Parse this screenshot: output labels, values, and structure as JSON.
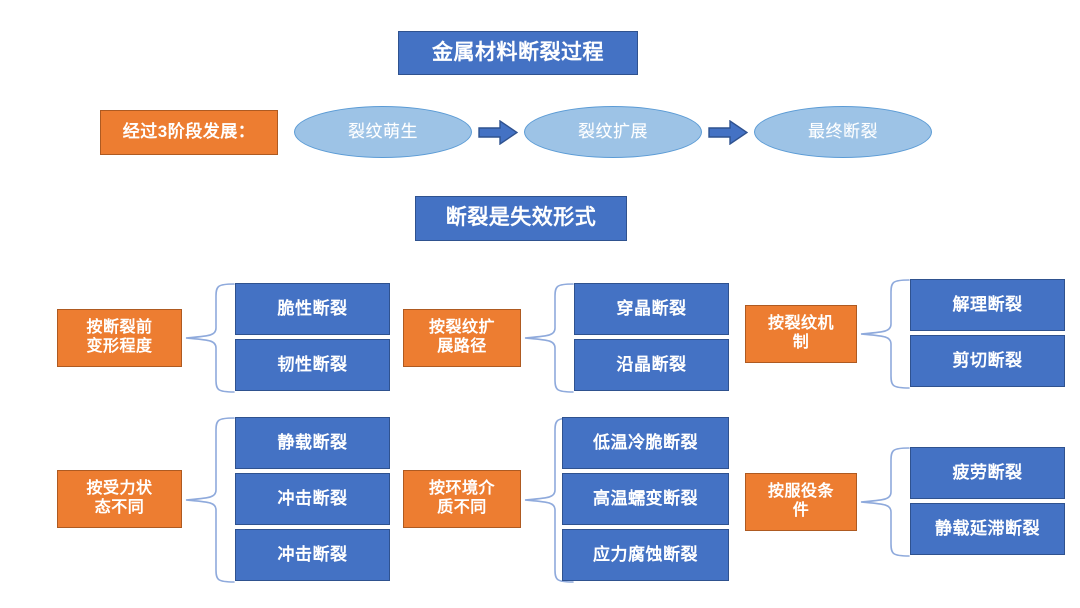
{
  "title": {
    "text": "金属材料断裂过程"
  },
  "stages": {
    "label": "经过3阶段发展：",
    "items": [
      {
        "text": "裂纹萌生"
      },
      {
        "text": "裂纹扩展"
      },
      {
        "text": "最终断裂"
      }
    ],
    "arrow_icon": "right-block-arrow-icon"
  },
  "subtitle": {
    "text": "断裂是失效形式"
  },
  "classifications": [
    {
      "id": "deformation-degree",
      "category": "按断裂前\n变形程度",
      "items": [
        "脆性断裂",
        "韧性断裂"
      ]
    },
    {
      "id": "crack-path",
      "category": "按裂纹扩\n展路径",
      "items": [
        "穿晶断裂",
        "沿晶断裂"
      ]
    },
    {
      "id": "crack-mechanism",
      "category": "按裂纹机\n制",
      "items": [
        "解理断裂",
        "剪切断裂"
      ]
    },
    {
      "id": "loading-state",
      "category": "按受力状\n态不同",
      "items": [
        "静载断裂",
        "冲击断裂",
        "冲击断裂"
      ]
    },
    {
      "id": "environment-medium",
      "category": "按环境介\n质不同",
      "items": [
        "低温冷脆断裂",
        "高温蠕变断裂",
        "应力腐蚀断裂"
      ]
    },
    {
      "id": "service-condition",
      "category": "按服役条\n件",
      "items": [
        "疲劳断裂",
        "静载延滞断裂"
      ]
    }
  ],
  "colors": {
    "blue_fill": "#4472C4",
    "blue_border": "#2F528F",
    "orange_fill": "#ED7D31",
    "orange_border": "#AE5A21",
    "ellipse_fill": "#9DC3E6",
    "ellipse_border": "#5B9BD5",
    "brace_stroke": "#8FAADC",
    "arrow_fill": "#4472C4",
    "arrow_border": "#2F528F",
    "text_on_fill": "#FFFFFF",
    "background": "#FFFFFF"
  }
}
